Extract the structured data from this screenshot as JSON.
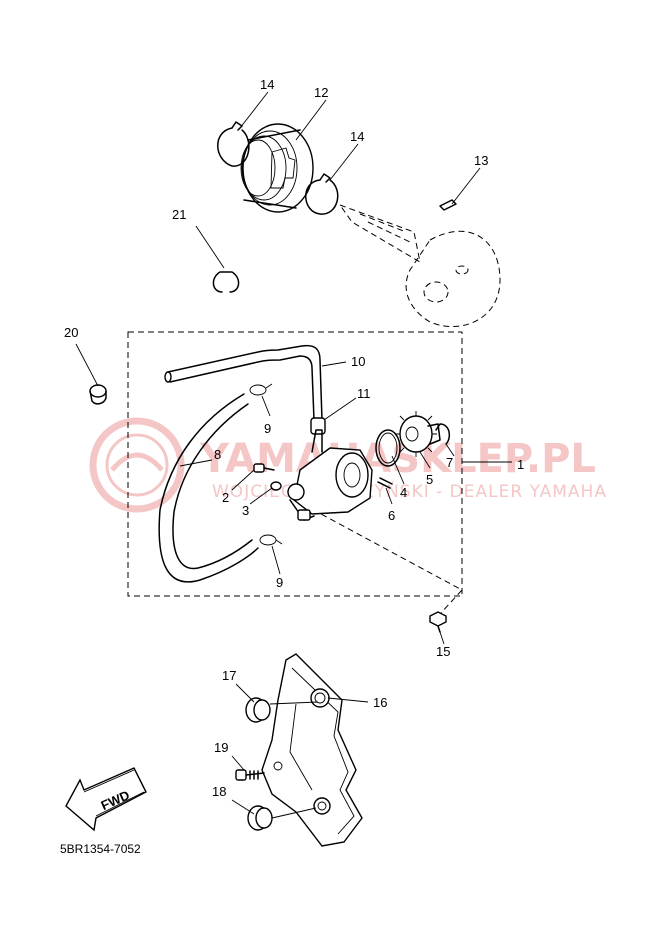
{
  "diagram_code": "5BR1354-7052",
  "watermark": {
    "title": "YAMAHASKLEP.PL",
    "subtitle": "WOJCIECH ZYPCZYŃSKI - DEALER YAMAHA"
  },
  "fwd_label": "FWD",
  "callouts": {
    "c1": "1",
    "c2": "2",
    "c3": "3",
    "c4": "4",
    "c5": "5",
    "c6": "6",
    "c7": "7",
    "c8": "8",
    "c9a": "9",
    "c9b": "9",
    "c10": "10",
    "c11": "11",
    "c12": "12",
    "c13": "13",
    "c14a": "14",
    "c14b": "14",
    "c15": "15",
    "c16": "16",
    "c17": "17",
    "c18": "18",
    "c19": "19",
    "c20": "20",
    "c21": "21"
  },
  "colors": {
    "line": "#000000",
    "watermark": "#f4c6c6",
    "background": "#ffffff"
  }
}
